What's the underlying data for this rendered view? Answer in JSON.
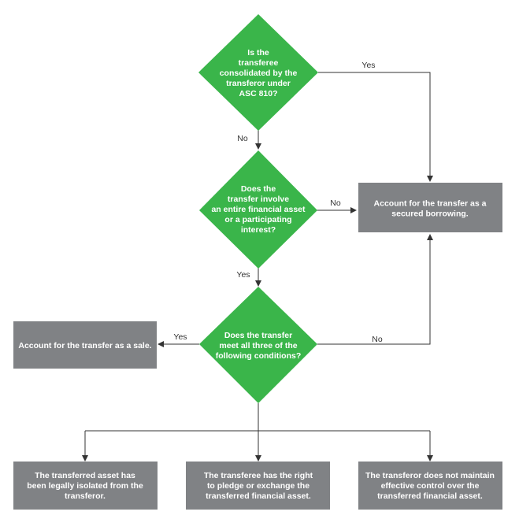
{
  "colors": {
    "decision": "#3ab54a",
    "process": "#808285",
    "line": "#333333",
    "node_text": "#ffffff"
  },
  "decisions": {
    "consolidated": [
      "Is the",
      "transferee",
      "consolidated by the",
      "transferor under",
      "ASC 810?"
    ],
    "entire_asset": [
      "Does the",
      "transfer involve",
      "an entire financial asset",
      "or a participating",
      "interest?"
    ],
    "conditions": [
      "Does the transfer",
      "meet all three of the",
      "following conditions?"
    ]
  },
  "outcomes": {
    "secured_borrowing": [
      "Account for the transfer as a",
      "secured borrowing."
    ],
    "sale": [
      "Account for the transfer as a sale."
    ]
  },
  "conditions": {
    "legal_isolation": [
      "The transferred asset has",
      "been legally isolated from the",
      "transferor."
    ],
    "pledge_exchange": [
      "The transferee has the right",
      "to pledge or exchange the",
      "transferred financial asset."
    ],
    "effective_control": [
      "The transferor does not maintain",
      "effective control over the",
      "transferred financial asset."
    ]
  },
  "edge_labels": {
    "consolidated_yes": "Yes",
    "consolidated_no": "No",
    "entire_asset_no": "No",
    "entire_asset_yes": "Yes",
    "conditions_yes": "Yes",
    "conditions_no": "No"
  }
}
